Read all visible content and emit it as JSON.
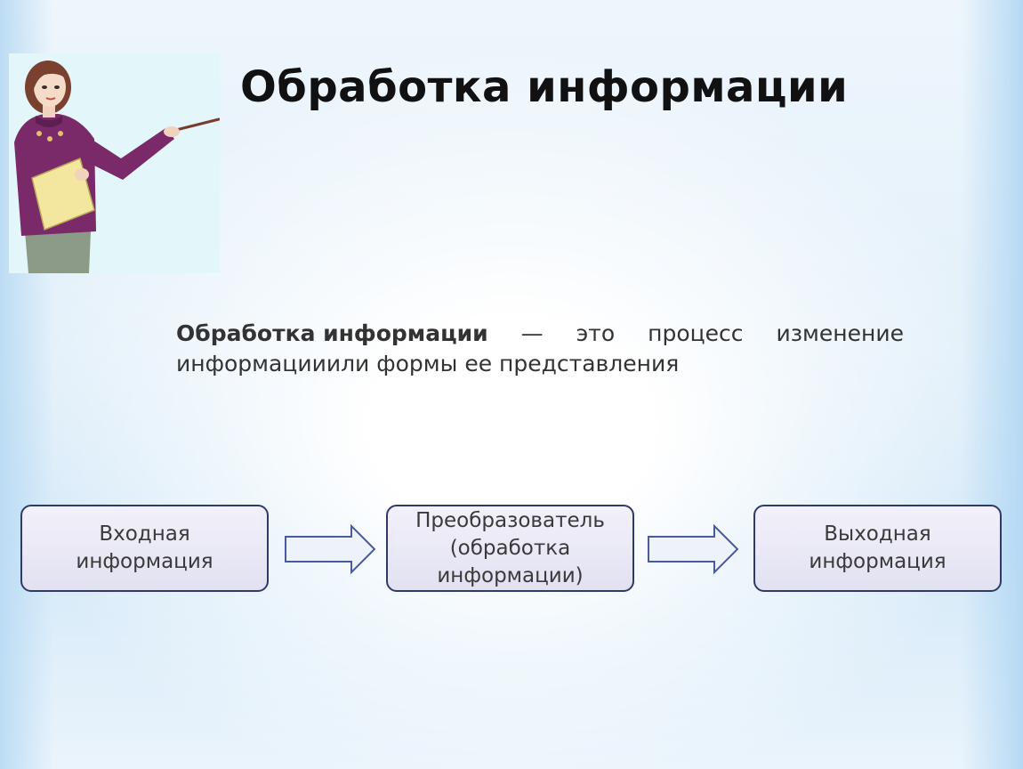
{
  "slide": {
    "title": "Обработка информации",
    "definition": {
      "term": "Обработка информации",
      "dash": "—",
      "word_1": "это",
      "word_2": "процесс",
      "word_3": "изменение",
      "line_2": "информацииили формы ее представления"
    }
  },
  "flow": {
    "input": {
      "line1": "Входная",
      "line2": "информация"
    },
    "processor": {
      "line1": "Преобразователь",
      "line2": "(обработка",
      "line3": "информации)"
    },
    "output": {
      "line1": "Выходная",
      "line2": "информация"
    }
  },
  "icons": {
    "teacher": "teacher-illustration-icon",
    "arrow": "right-arrow-icon"
  },
  "colors": {
    "box_border": "#2f3a6a",
    "box_fill": "#e8e7f4",
    "arrow_border": "#4a5aa0",
    "title": "#111111"
  }
}
